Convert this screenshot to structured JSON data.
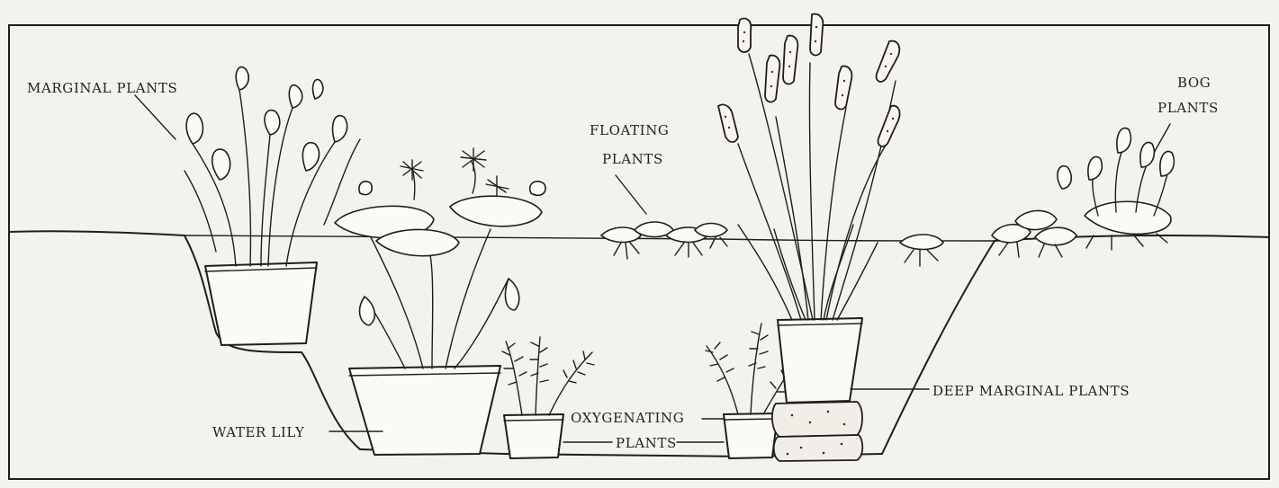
{
  "labels": {
    "marginal": "MARGINAL PLANTS",
    "water_lily": "WATER LILY",
    "floating_1": "FLOATING",
    "floating_2": "PLANTS",
    "oxygenating_1": "OXYGENATING",
    "oxygenating_2": "PLANTS",
    "deep_marginal": "DEEP MARGINAL PLANTS",
    "bog_1": "BOG",
    "bog_2": "PLANTS"
  }
}
